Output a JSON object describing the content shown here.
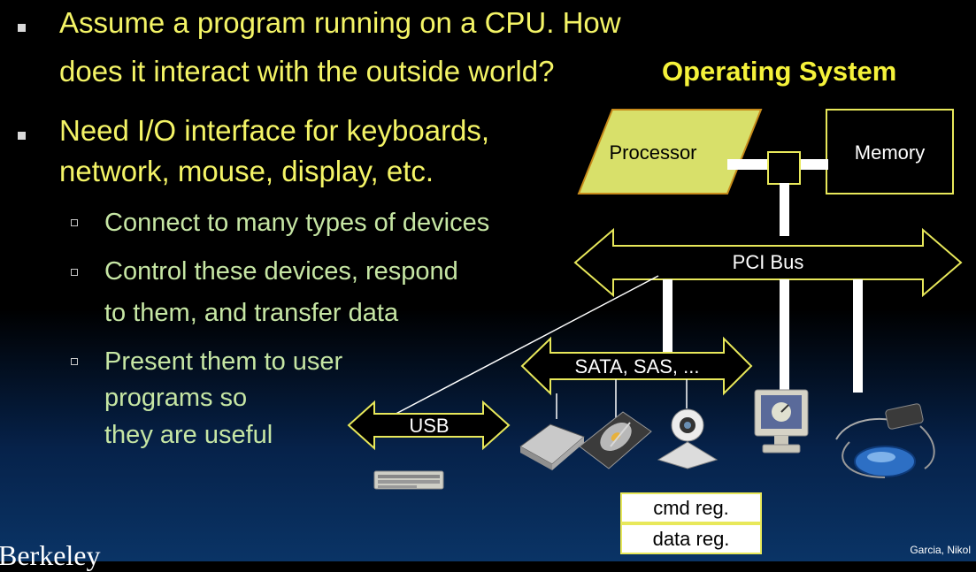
{
  "bullets": {
    "b1_line1": "Assume a program running on a CPU. How",
    "b1_line2": "does it interact with the outside world?",
    "b2_line1": "Need I/O interface for keyboards,",
    "b2_line2": "network, mouse, display, etc.",
    "s1": "Connect to many types of devices",
    "s2_line1": "Control these devices, respond",
    "s2_line2": "to them, and transfer data",
    "s3_line1": "Present them to user",
    "s3_line2": "programs so",
    "s3_line3": "they are useful"
  },
  "diagram": {
    "os_label": "Operating System",
    "processor_label": "Processor",
    "memory_label": "Memory",
    "pci_label": "PCI Bus",
    "sata_label": "SATA, SAS, ...",
    "usb_label": "USB",
    "cmd_reg": "cmd reg.",
    "data_reg": "data reg."
  },
  "footer": {
    "credit": "Garcia, Nikol",
    "partial_text": "Berkeley"
  },
  "colors": {
    "background_top": "#000000",
    "background_bottom": "#0a3466",
    "bullet_text": "#f4f466",
    "sub_bullet_text": "#c6e6a4",
    "os_title": "#f5f23a",
    "processor_fill": "#d8e06a",
    "outline": "#e8e85a"
  },
  "icons": [
    "scanner-icon",
    "hard-drive-icon",
    "webcam-icon",
    "monitor-icon",
    "mouse-icon",
    "keyboard-icon"
  ]
}
